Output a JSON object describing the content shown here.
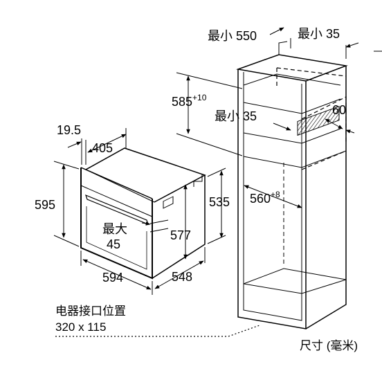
{
  "oven": {
    "depth_offset": "19.5",
    "depth": "405",
    "height": "595",
    "cavity_height": "535",
    "mount_height": "577",
    "door_gap_label": "最大",
    "door_gap_value": "45",
    "width": "594",
    "body_depth": "548"
  },
  "cabinet": {
    "min_width_label": "最小 550",
    "min_back_gap_label": "最小 35",
    "niche_height": "585",
    "niche_height_tol": "+10",
    "min_vent_label": "最小 35",
    "vent_depth": "60",
    "niche_width": "560",
    "niche_width_tol": "+8"
  },
  "socket": {
    "label": "电器接口位置",
    "size": "320 x 115"
  },
  "units_label": "尺寸 (毫米)"
}
